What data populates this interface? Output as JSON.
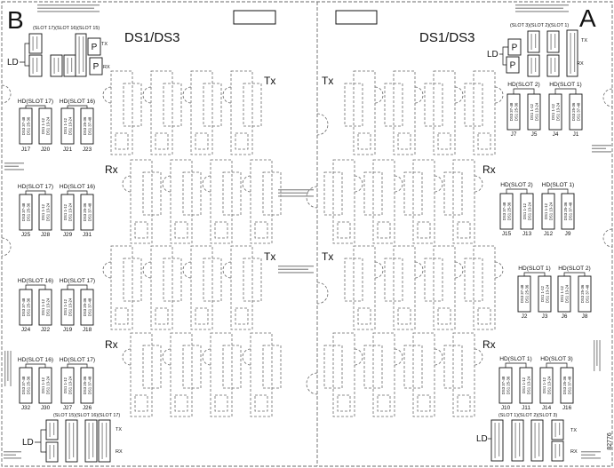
{
  "panel": {
    "side_b": "B",
    "side_a": "A",
    "title_left": "DS1/DS3",
    "title_right": "DS1/DS3",
    "figure_id": "82776"
  },
  "signals": {
    "tx": "Tx",
    "rx": "Rx"
  },
  "ld_blocks": [
    {
      "ld": "LD",
      "slots": "(SLOT 17)(SLOT 16)(SLOT 15)",
      "p": "P",
      "tx": "TX",
      "rx": "RX"
    },
    {
      "ld": "LD",
      "slots": "(SLOT 3)(SLOT 2)(SLOT 1)",
      "p": "P",
      "tx": "TX",
      "rx": "RX"
    },
    {
      "ld": "LD",
      "slots": "(SLOT 15)(SLOT 16)(SLOT 17)",
      "tx": "TX",
      "rx": "RX"
    },
    {
      "ld": "LD",
      "slots": "(SLOT 1)(SLOT 2)(SLOT 3)",
      "tx": "TX",
      "rx": "RX"
    }
  ],
  "hd_groups": [
    {
      "hd": [
        "HD(SLOT 17)",
        "HD(SLOT 16)"
      ],
      "jacks": [
        {
          "id": "J17",
          "lines": [
            "DS3 37-48",
            "DS1 25-36"
          ]
        },
        {
          "id": "J20",
          "lines": [
            "DS1 1-12",
            "DS1 13-24"
          ]
        },
        {
          "id": "J21",
          "lines": [
            "DS1 1-12",
            "DS1 13-24"
          ]
        },
        {
          "id": "J23",
          "lines": [
            "DS3 25-36",
            "DS1 37-48"
          ]
        }
      ]
    },
    {
      "hd": [
        "HD(SLOT 17)",
        "HD(SLOT 16)"
      ],
      "jacks": [
        {
          "id": "J25",
          "lines": [
            "DS3 37-48",
            "DS1 25-36"
          ]
        },
        {
          "id": "J28",
          "lines": [
            "DS1 1-12",
            "DS1 13-24"
          ]
        },
        {
          "id": "J29",
          "lines": [
            "DS1 1-12",
            "DS1 13-24"
          ]
        },
        {
          "id": "J31",
          "lines": [
            "DS3 25-36",
            "DS1 37-48"
          ]
        }
      ]
    },
    {
      "hd": [
        "HD(SLOT 16)",
        "HD(SLOT 17)"
      ],
      "jacks": [
        {
          "id": "J24",
          "lines": [
            "DS3 37-48",
            "DS1 25-36"
          ]
        },
        {
          "id": "J22",
          "lines": [
            "DS1 1-12",
            "DS1 13-24"
          ]
        },
        {
          "id": "J19",
          "lines": [
            "DS1 1-12",
            "DS1 13-24"
          ]
        },
        {
          "id": "J18",
          "lines": [
            "DS3 25-36",
            "DS1 37-48"
          ]
        }
      ]
    },
    {
      "hd": [
        "HD(SLOT 16)",
        "HD(SLOT 17)"
      ],
      "jacks": [
        {
          "id": "J32",
          "lines": [
            "DS3 37-48",
            "DS1 25-36"
          ]
        },
        {
          "id": "J30",
          "lines": [
            "DS1 1-12",
            "DS1 13-24"
          ]
        },
        {
          "id": "J27",
          "lines": [
            "DS1 1-12",
            "DS1 13-24"
          ]
        },
        {
          "id": "J26",
          "lines": [
            "DS3 25-36",
            "DS1 37-48"
          ]
        }
      ]
    },
    {
      "hd": [
        "HD(SLOT 2)",
        "HD(SLOT 1)"
      ],
      "jacks": [
        {
          "id": "J7",
          "lines": [
            "DS3 37-48",
            "DS1 25-36"
          ]
        },
        {
          "id": "J5",
          "lines": [
            "DS1 1-12",
            "DS1 13-24"
          ]
        },
        {
          "id": "J4",
          "lines": [
            "DS1 1-12",
            "DS1 13-24"
          ]
        },
        {
          "id": "J1",
          "lines": [
            "DS3 25-36",
            "DS1 37-48"
          ]
        }
      ]
    },
    {
      "hd": [
        "HD(SLOT 2)",
        "HD(SLOT 1)"
      ],
      "jacks": [
        {
          "id": "J15",
          "lines": [
            "DS3 37-48",
            "DS1 25-36"
          ]
        },
        {
          "id": "J13",
          "lines": [
            "DS1 1-12",
            "DS1 13-24"
          ]
        },
        {
          "id": "J12",
          "lines": [
            "DS1 1-12",
            "DS1 13-24"
          ]
        },
        {
          "id": "J9",
          "lines": [
            "DS3 25-36",
            "DS1 37-48"
          ]
        }
      ]
    },
    {
      "hd": [
        "HD(SLOT 1)",
        "HD(SLOT 2)"
      ],
      "jacks": [
        {
          "id": "J2",
          "lines": [
            "DS3 37-48",
            "DS1 25-36"
          ]
        },
        {
          "id": "J3",
          "lines": [
            "DS1 1-12",
            "DS1 13-24"
          ]
        },
        {
          "id": "J6",
          "lines": [
            "DS1 1-12",
            "DS1 13-24"
          ]
        },
        {
          "id": "J8",
          "lines": [
            "DS3 25-36",
            "DS1 37-48"
          ]
        }
      ]
    },
    {
      "hd": [
        "HD(SLOT 1)",
        "HD(SLOT 3)"
      ],
      "jacks": [
        {
          "id": "J10",
          "lines": [
            "DS3 37-48",
            "DS1 25-36"
          ]
        },
        {
          "id": "J11",
          "lines": [
            "DS1 1-12",
            "DS1 13-24"
          ]
        },
        {
          "id": "J14",
          "lines": [
            "DS1 1-12",
            "DS1 13-24"
          ]
        },
        {
          "id": "J16",
          "lines": [
            "DS3 25-36",
            "DS1 37-48"
          ]
        }
      ]
    }
  ]
}
